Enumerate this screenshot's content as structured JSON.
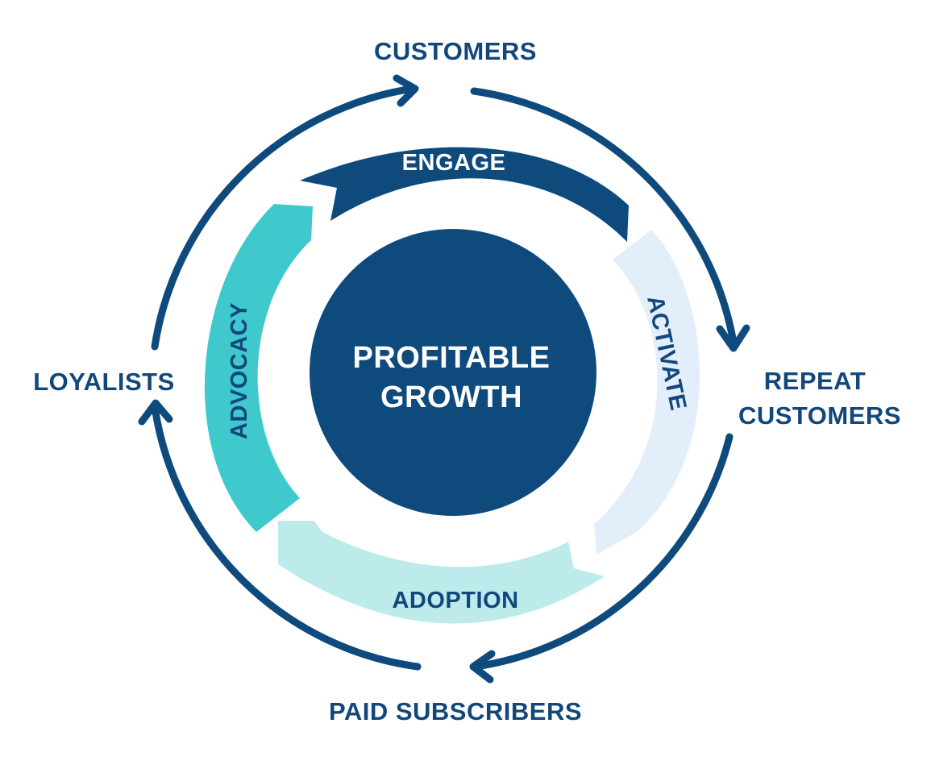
{
  "hub": {
    "line1": "PROFITABLE",
    "line2": "GROWTH"
  },
  "stages": {
    "customers": "CUSTOMERS",
    "repeat_line1": "REPEAT",
    "repeat_line2": "CUSTOMERS",
    "paid_subscribers": "PAID SUBSCRIBERS",
    "loyalists": "LOYALISTS"
  },
  "segments": {
    "engage": "ENGAGE",
    "activate": "ACTIVATE",
    "adoption": "ADOPTION",
    "advocacy": "ADVOCACY"
  },
  "colors": {
    "navy": "#0f4a7d",
    "label_navy": "#12477c",
    "teal": "#40c9cc",
    "light_blue": "#e3eefb",
    "light_teal": "#bdebeb",
    "white": "#ffffff"
  }
}
